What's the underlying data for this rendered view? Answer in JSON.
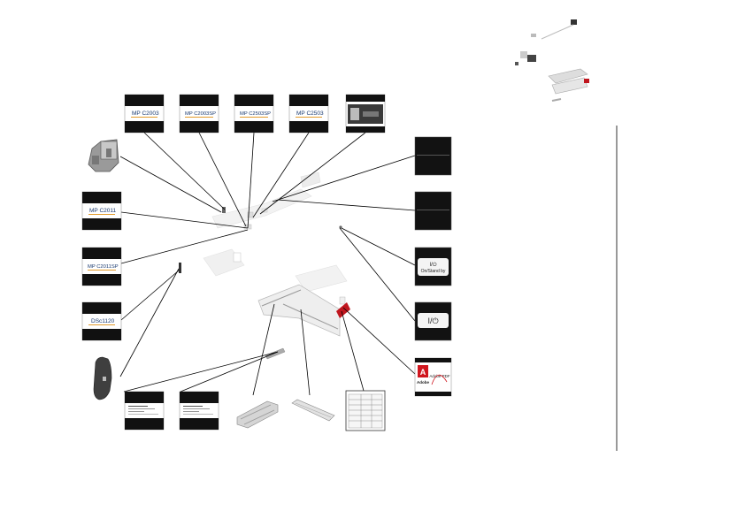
{
  "labels": {
    "mp_c2003": "MP C2003",
    "mp_c2003sp": "MP C2003SP",
    "mp_c2503sp": "MP C2503SP",
    "mp_c2503": "MP C2503",
    "mp_c2011": "MP C2011",
    "mp_c2011sp": "MP C2011SP",
    "dsc1120": "DSc1120",
    "power_symbol": "I/⏻",
    "power_symbol_2": "I/⏻",
    "on_standby": "On/Stand by",
    "adobe_word": "Adobe",
    "adobe_pdf": "Adobe PDF"
  },
  "colors": {
    "swatch_black": "#111111",
    "label_ink": "#1a3a70",
    "adobe_red": "#d0161e",
    "leader_line": "#000000",
    "frame_line": "#000000"
  }
}
